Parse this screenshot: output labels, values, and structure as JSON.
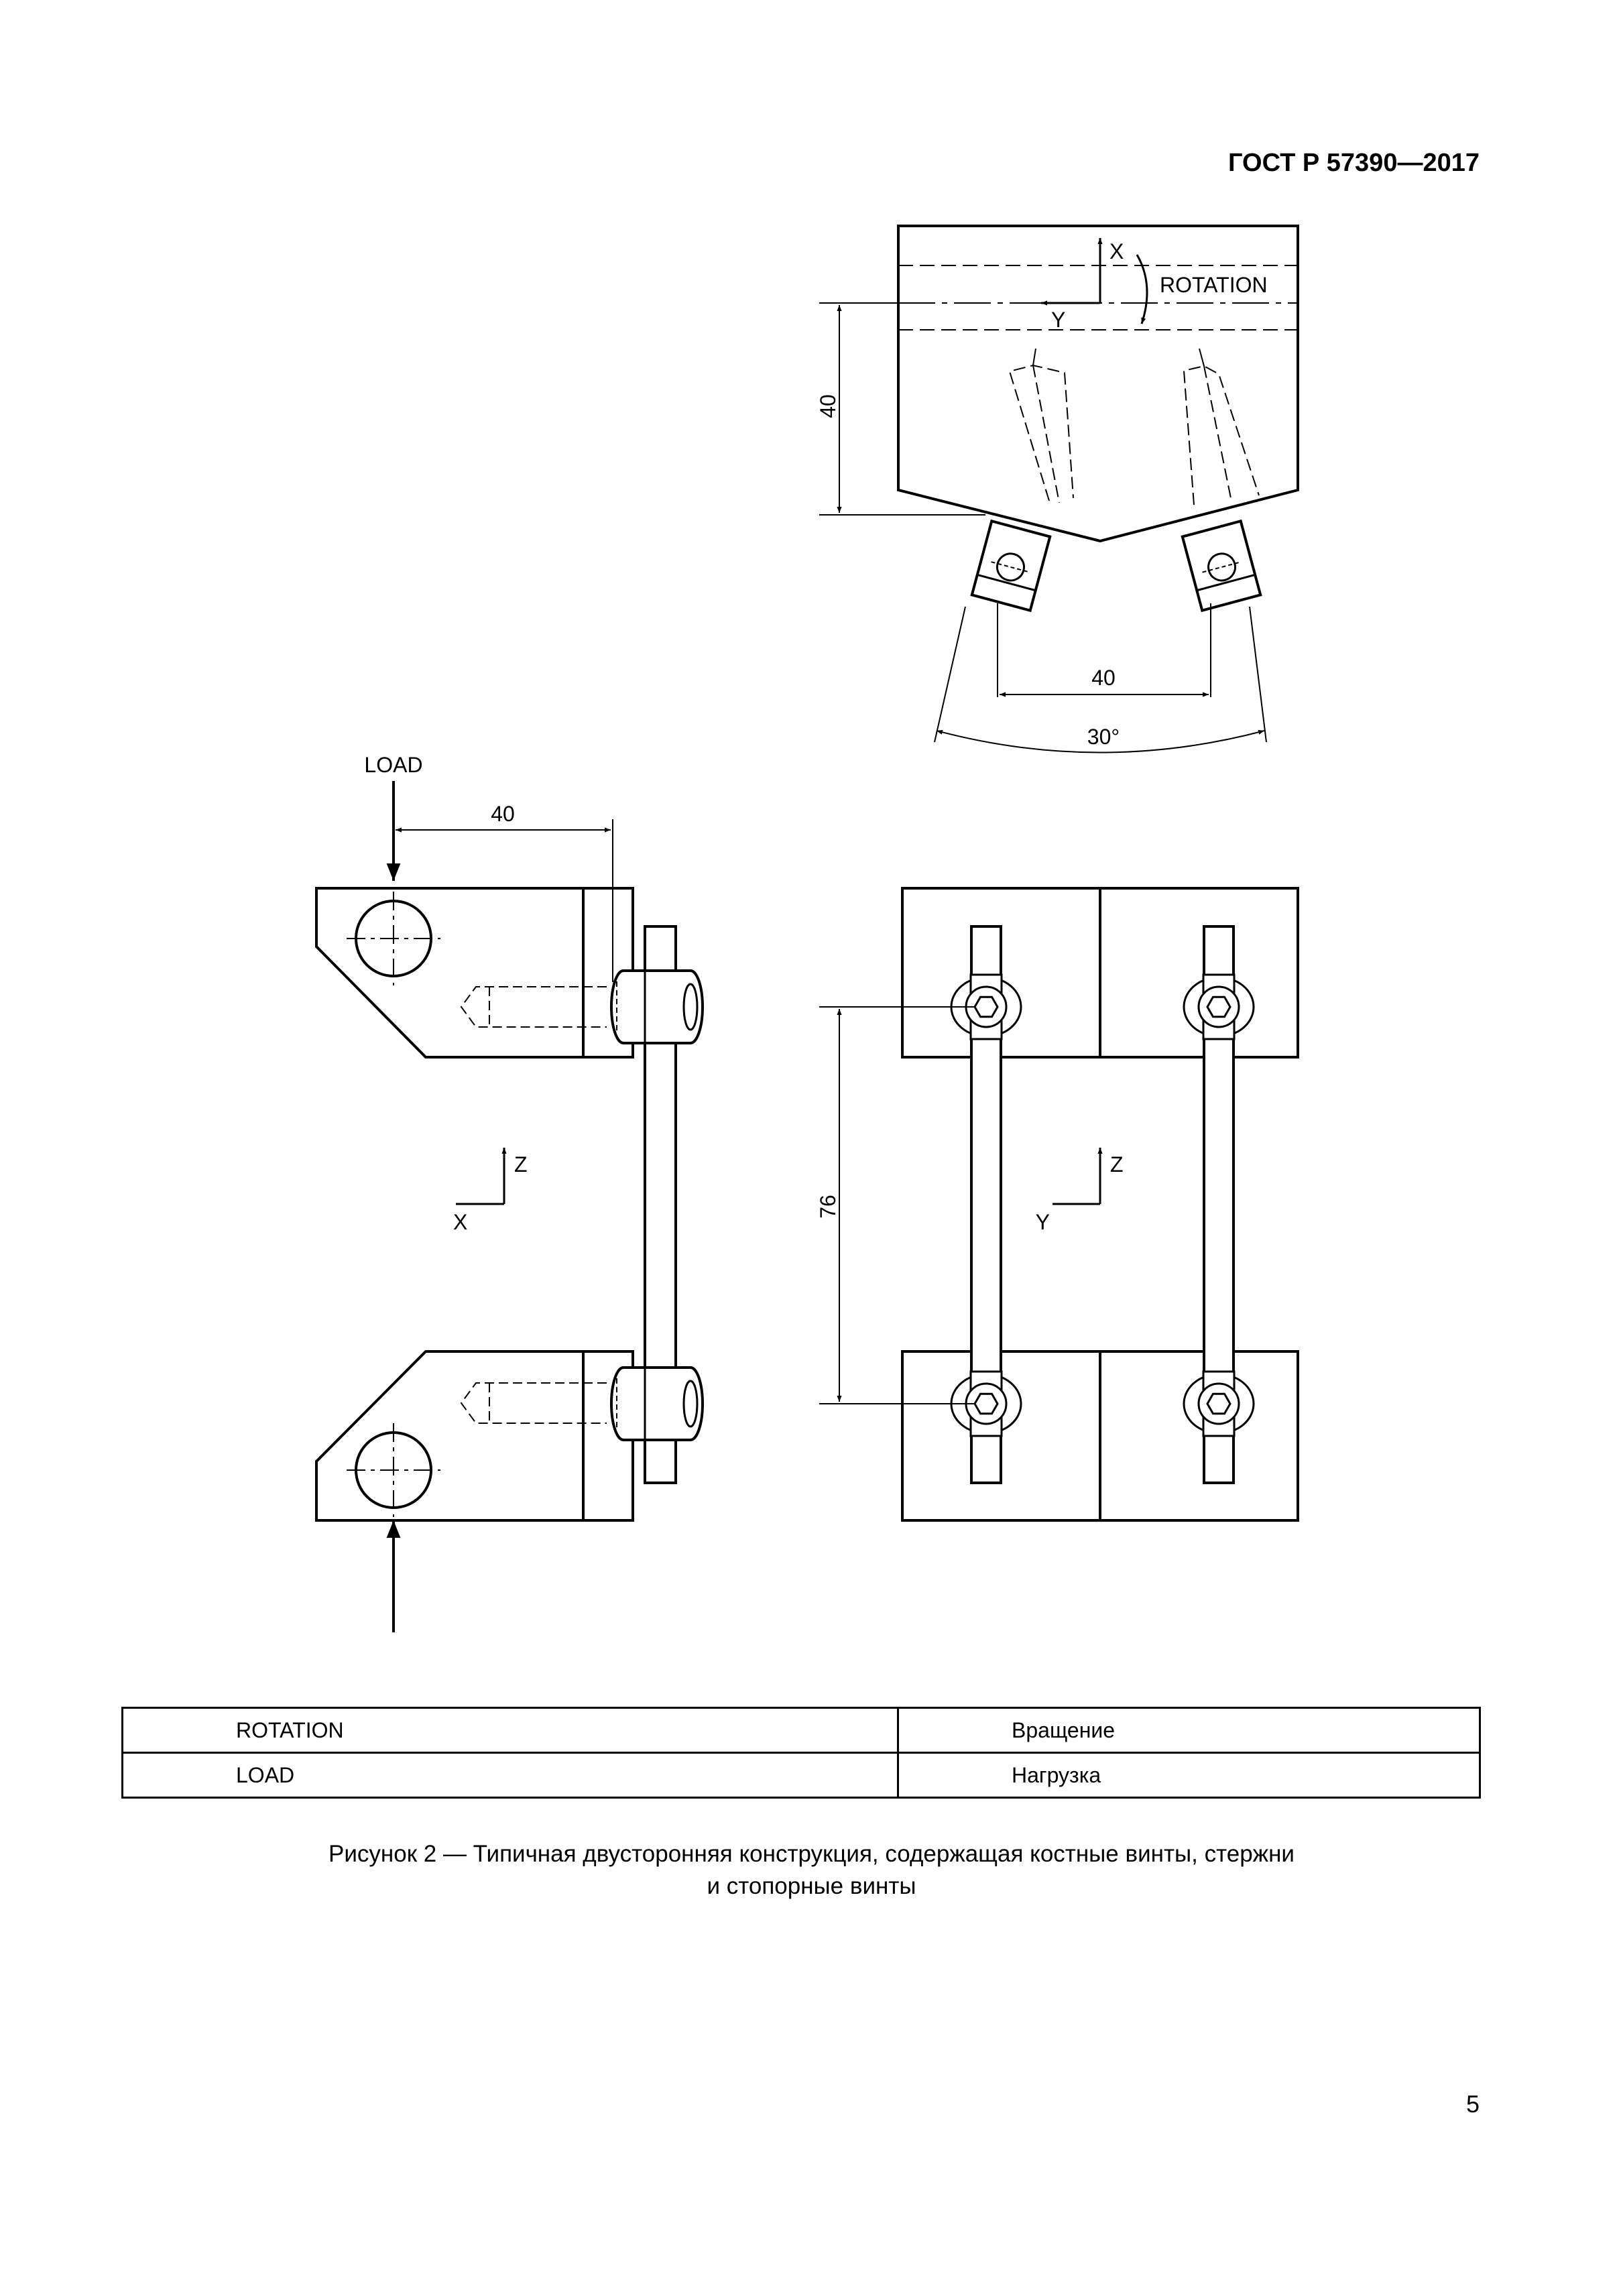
{
  "header": {
    "standard": "ГОСТ Р 57390—2017"
  },
  "figure": {
    "top_view": {
      "axis_x": "X",
      "axis_y": "Y",
      "rotation_label": "ROTATION",
      "dim_height": "40",
      "dim_spacing": "40",
      "dim_angle": "30°"
    },
    "side_view": {
      "load_label": "LOAD",
      "dim_offset": "40",
      "axis_z": "Z",
      "axis_x": "X"
    },
    "front_view": {
      "dim_spacing": "76",
      "axis_z": "Z",
      "axis_y": "Y"
    }
  },
  "legend": {
    "rows": [
      {
        "term": "ROTATION",
        "translation": "Вращение"
      },
      {
        "term": "LOAD",
        "translation": "Нагрузка"
      }
    ]
  },
  "caption": {
    "line1": "Рисунок 2 — Типичная двусторонняя конструкция, содержащая костные винты, стержни",
    "line2": "и стопорные винты"
  },
  "page_number": "5"
}
